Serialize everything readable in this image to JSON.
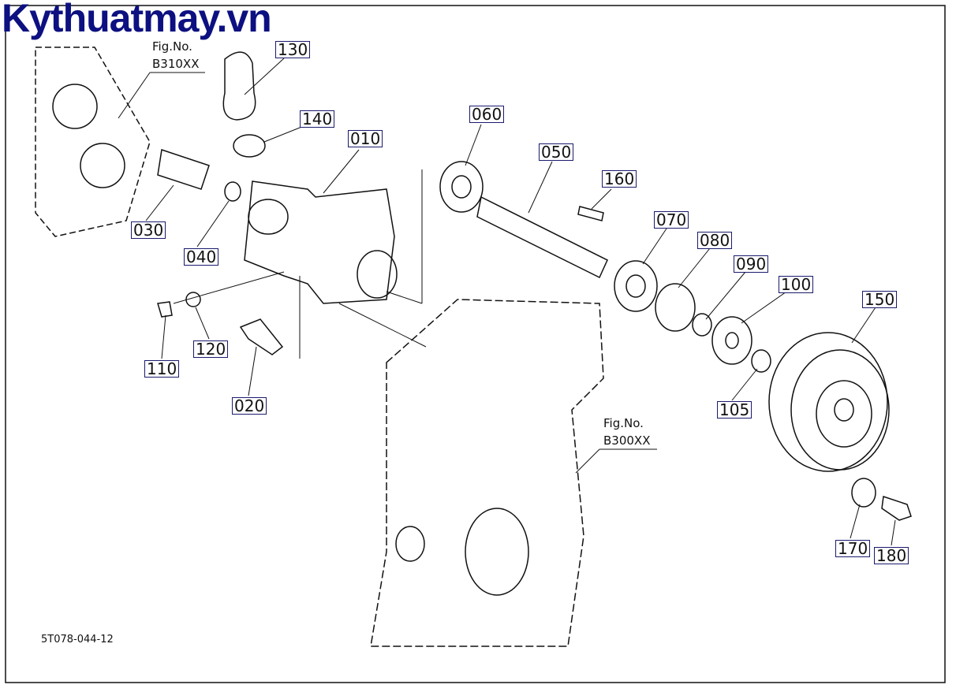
{
  "watermark": "Kythuatmay.vn",
  "figure_refs": [
    {
      "line1": "Fig.No.",
      "line2": "B310XX"
    },
    {
      "line1": "Fig.No.",
      "line2": "B300XX"
    }
  ],
  "part_labels": [
    "130",
    "140",
    "010",
    "060",
    "050",
    "160",
    "070",
    "080",
    "090",
    "100",
    "150",
    "030",
    "040",
    "110",
    "120",
    "020",
    "105",
    "170",
    "180"
  ],
  "doc_id": "5T078-044-12"
}
